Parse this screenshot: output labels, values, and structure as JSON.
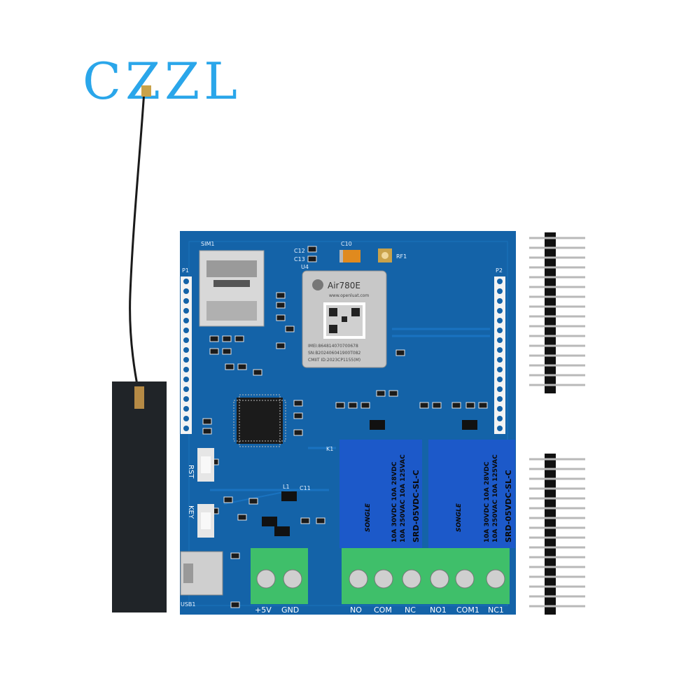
{
  "brand": {
    "logo_text": "CZZL"
  },
  "board": {
    "module_name": "Air780E",
    "module_lines": [
      "www.openluat.com",
      "IMEI:864814070700678",
      "SN:B202406041900T082",
      "CMIIT ID:2023CP1155(M)"
    ],
    "silkscreen": {
      "sim": "SIM1",
      "p1": "P1",
      "p2": "P2",
      "c10": "C10",
      "rf1": "RF1",
      "u4": "U4",
      "c12": "C12",
      "c13": "C13",
      "rst": "RST",
      "key": "KEY",
      "usb": "USB1",
      "k1": "K1",
      "l1": "L1",
      "c11": "C11"
    },
    "relays": [
      {
        "brand": "SONGLE",
        "model": "SRD-05VDC-SL-C",
        "rating_ac": "10A 250VAC  10A 125VAC",
        "rating_dc": "10A 30VDC  10A 28VDC"
      },
      {
        "brand": "SONGLE",
        "model": "SRD-05VDC-SL-C",
        "rating_ac": "10A 250VAC  10A 125VAC",
        "rating_dc": "10A 30VDC  10A 28VDC"
      }
    ],
    "terminals": {
      "power": [
        "+5V",
        "GND"
      ],
      "relay1": [
        "NO",
        "COM",
        "NC"
      ],
      "relay2": [
        "NO1",
        "COM1",
        "NC1"
      ]
    }
  },
  "colors": {
    "pcb": "#1463a8",
    "logo": "#2aa6ea",
    "terminal": "#3fbf6a",
    "relay": "#1c59c9"
  }
}
